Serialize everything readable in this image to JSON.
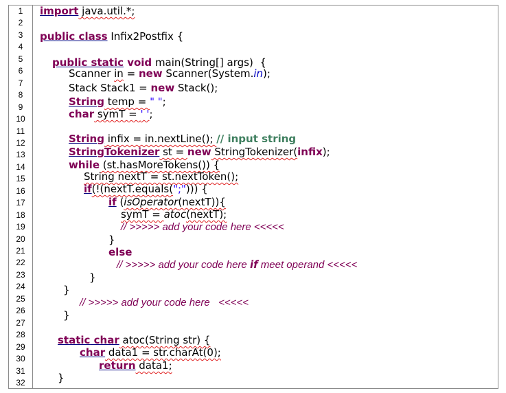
{
  "line_numbers": [
    "1",
    "2",
    "3",
    "4",
    "5",
    "6",
    "7",
    "8",
    "9",
    "10",
    "11",
    "12",
    "13",
    "14",
    "15",
    "16",
    "17",
    "18",
    "19",
    "20",
    "21",
    "22",
    "23",
    "24",
    "25",
    "26",
    "27",
    "28",
    "29",
    "30",
    "31",
    "32"
  ],
  "code": {
    "l1": {
      "kw": "import",
      "rest": " java.util.*;"
    },
    "l3": {
      "kw": "public class",
      "rest": " Infix2Postfix {"
    },
    "l5": {
      "kw1": "public static",
      "kw2": " void",
      "rest": " main(String[] args)  {"
    },
    "l6": {
      "a": "Scanner ",
      "b": "in",
      "c": " = ",
      "kw": "new",
      "d": " Scanner(System.",
      "e": "in",
      "f": ");"
    },
    "l7": {
      "a": "Stack Stack1 = ",
      "kw": "new",
      "b": " Stack();"
    },
    "l8": {
      "kw": "String",
      "a": " temp = ",
      "s": "\" \"",
      "b": ";"
    },
    "l9": {
      "kw": "char",
      "a": " symT = ",
      "s": "' '",
      "b": ";"
    },
    "l11": {
      "kw": "String",
      "a": " infix = in.nextLine(); ",
      "c": "// input string"
    },
    "l12": {
      "kw": "StringTokenizer",
      "a": " st = ",
      "kw2": "new",
      "b": " StringTokenizer(",
      "s": "infix",
      "c": ");"
    },
    "l13": {
      "kw": "while",
      "a": " (st.hasMoreTokens()) {"
    },
    "l14": {
      "a": "String nextT = st.nextToken();"
    },
    "l15": {
      "kw": "if",
      "a": "(!(nextT.equals(",
      "s": "\";\"",
      "b": "))) {"
    },
    "l16": {
      "kw": "if",
      "a": " (",
      "i": "isOperator",
      "b": "(nextT)){"
    },
    "l17": {
      "a": "symT = ",
      "i": "atoc",
      "b": "(nextT);"
    },
    "l18": {
      "c": "// >>>>> add your code here <<<<<"
    },
    "l19": {
      "a": "}"
    },
    "l20": {
      "kw": "else"
    },
    "l21": {
      "c1": "// >>>>> add ",
      "c2": "your",
      "c3": " code ",
      "c4": "here ",
      "kw": "if",
      "c5": " meet ",
      "c6": "operand",
      "c7": " <<<<<"
    },
    "l22": {
      "a": "}"
    },
    "l23": {
      "a": "}"
    },
    "l24": {
      "c": "// >>>>> add your code here   <<<<<"
    },
    "l25": {
      "a": "}"
    },
    "l27": {
      "kw1": "static",
      "kw2": " char",
      "a": " atoc(String str) {"
    },
    "l28": {
      "kw": "char",
      "a": " data1 = str.charAt(0);"
    },
    "l29": {
      "kw": "return",
      "a": " data1;"
    },
    "l30": {
      "a": "}"
    }
  }
}
